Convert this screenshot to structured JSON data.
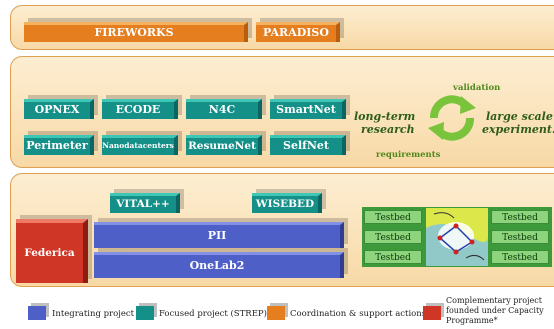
{
  "coordination_projects": [
    "FIREWORKS",
    "PARADISO"
  ],
  "focused_projects": {
    "row1": [
      "OPNEX",
      "ECODE",
      "N4C",
      "SmartNet"
    ],
    "row2": [
      "Perimeter",
      "Nanodatacenters",
      "ResumeNet",
      "SelfNet"
    ]
  },
  "cycle": {
    "left_line1": "long-term",
    "left_line2": "research",
    "right_line1": "large scale",
    "right_line2": "experiment.",
    "top": "validation",
    "bottom": "requirements"
  },
  "lower_focused": [
    "VITAL++",
    "WISEBED"
  ],
  "integrating_projects": [
    "PII",
    "OneLab2"
  ],
  "complementary_project": "Federica",
  "testbeds": {
    "left": [
      "Testbed",
      "Testbed",
      "Testbed"
    ],
    "right": [
      "Testbed",
      "Testbed",
      "Testbed"
    ]
  },
  "legend": [
    {
      "label": "Integrating project",
      "color": "#4e5fc7"
    },
    {
      "label": "Focused project (STREP)",
      "color": "#159088"
    },
    {
      "label": "Coordination & support actions",
      "color": "#e57e1f"
    },
    {
      "label": "Complementary project founded under Capacity Programme*",
      "color": "#cf3626"
    }
  ],
  "colors": {
    "integrating": "#4e5fc7",
    "focused": "#159088",
    "coordination": "#e57e1f",
    "complementary": "#cf3626",
    "testbed": "#8ed47c",
    "cycle_text": "#2d5d1a",
    "cycle_arrow": "#79c43a"
  }
}
